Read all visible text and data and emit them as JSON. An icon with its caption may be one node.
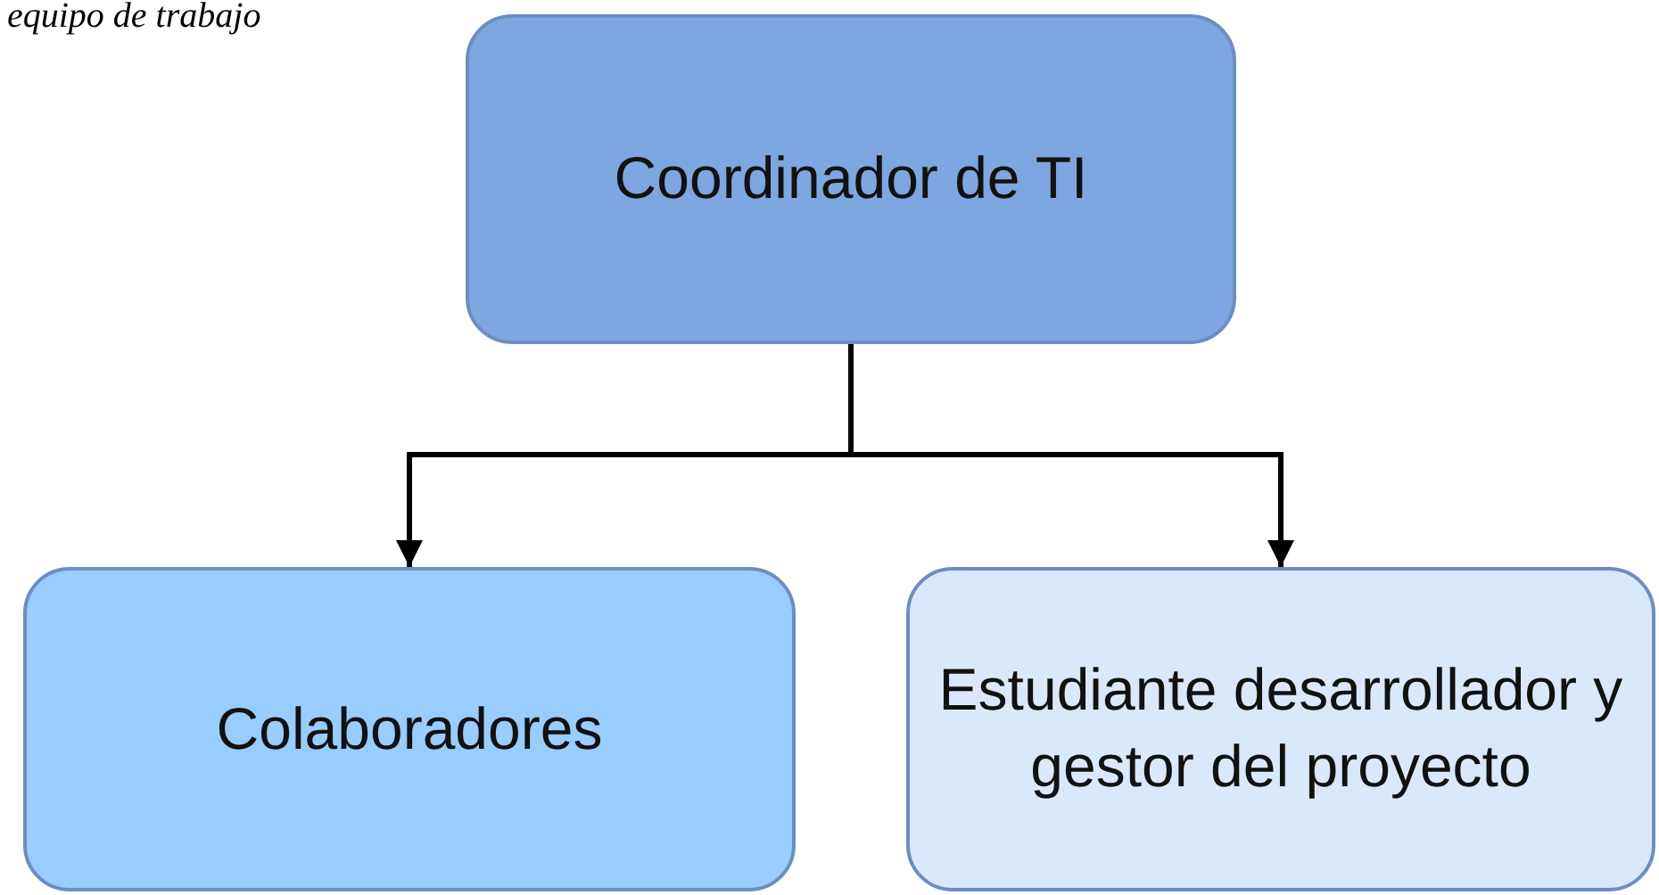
{
  "diagram": {
    "nodes": [
      {
        "text": [
          "Coordinador de TI"
        ]
      },
      {
        "text": [
          "Colaboradores"
        ]
      },
      {
        "text": [
          "Estudiante desarrollador y gestor del proyecto"
        ]
      }
    ],
    "edges": [
      {
        "from": 0,
        "to": 1,
        "arrow": "to"
      },
      {
        "from": 0,
        "to": 2,
        "arrow": "to"
      }
    ],
    "labels": [
      "equipo de trabajo"
    ]
  }
}
